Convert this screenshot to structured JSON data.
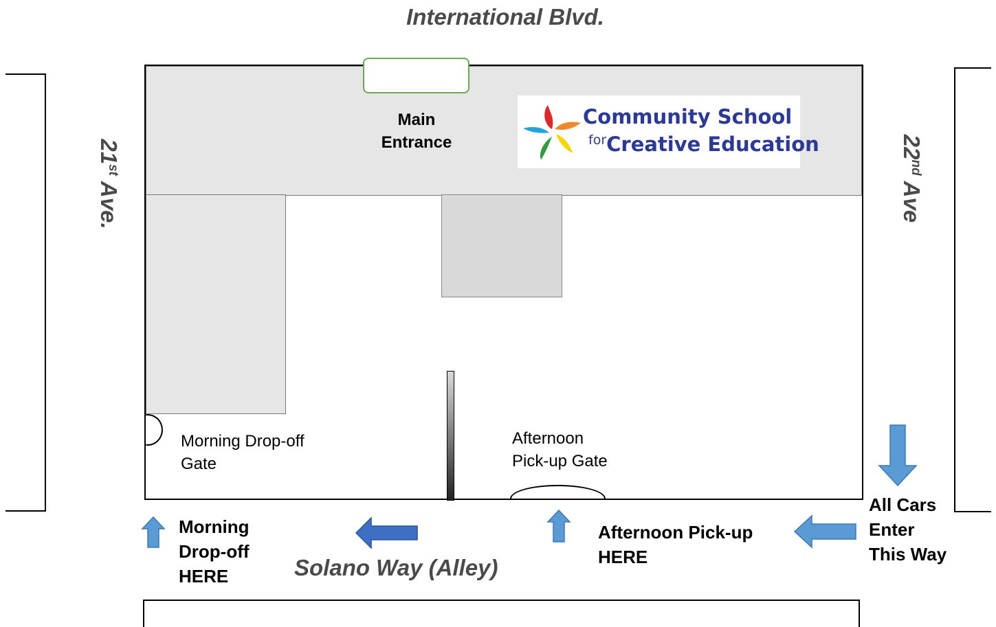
{
  "streets": {
    "north": "International Blvd.",
    "west_num": "21",
    "west_sup": "st",
    "west_suffix": " Ave.",
    "east_num": "22",
    "east_sup": "nd",
    "east_suffix": " Ave",
    "south": "Solano Way (Alley)"
  },
  "school": {
    "logo_line1": "Community School",
    "logo_for": "for",
    "logo_line2": "Creative Education"
  },
  "labels": {
    "main_entrance_1": "Main",
    "main_entrance_2": "Entrance",
    "morning_gate_1": "Morning Drop-off",
    "morning_gate_2": "Gate",
    "afternoon_gate_1": "Afternoon",
    "afternoon_gate_2": "Pick-up Gate",
    "morning_here_1": "Morning",
    "morning_here_2": "Drop-off",
    "morning_here_3": "HERE",
    "afternoon_here_1": "Afternoon Pick-up",
    "afternoon_here_2": "HERE",
    "cars_enter_1": "All Cars",
    "cars_enter_2": "Enter",
    "cars_enter_3": "This Way"
  },
  "colors": {
    "building": "#e6e6e6",
    "annex": "#d9d9d9",
    "entrance_outline": "#6aa84f",
    "arrow_light": "#5b9bd5",
    "arrow_dark": "#3d6fc4",
    "street_text": "#4a4a4a"
  },
  "icons": {
    "direction_arrow": "arrow-icon",
    "logo_flower": "pinwheel-logo-icon"
  }
}
